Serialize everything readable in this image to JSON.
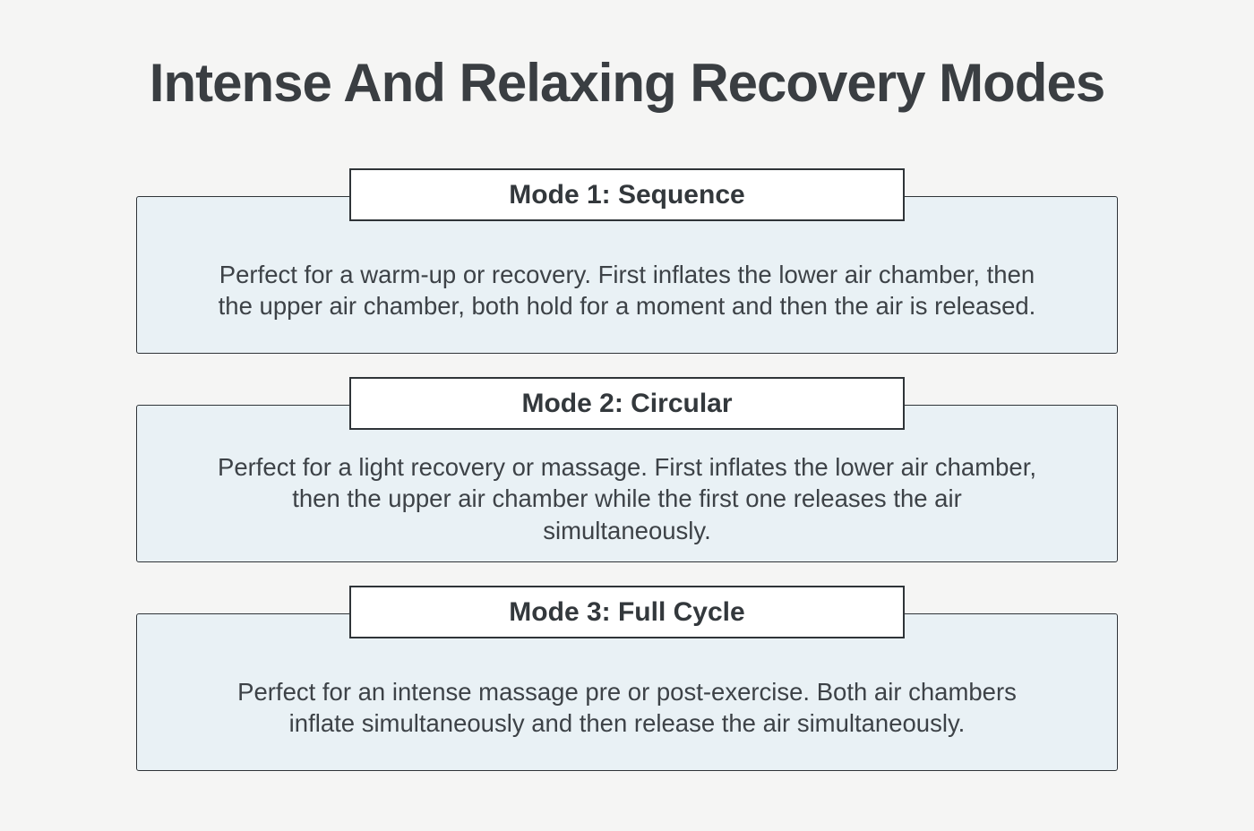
{
  "page": {
    "title": "Intense And Relaxing Recovery Modes"
  },
  "colors": {
    "page_background": "#f5f5f4",
    "card_background": "#e9f1f5",
    "border": "#2f3438",
    "label_background": "#ffffff",
    "title_text": "#3a3e42",
    "body_text": "#3d4247"
  },
  "modes": [
    {
      "label": "Mode 1: Sequence",
      "description": "Perfect for a warm-up or recovery. First inflates the lower air chamber, then the upper air chamber, both hold for a moment and then the air is released."
    },
    {
      "label": "Mode 2: Circular",
      "description": "Perfect for a light recovery or massage. First inflates the lower air chamber, then the upper air chamber while the first one releases the air simultaneously."
    },
    {
      "label": "Mode 3: Full Cycle",
      "description": "Perfect for an intense massage pre or post-exercise. Both air chambers inflate simultaneously and then release the air simultaneously."
    }
  ]
}
